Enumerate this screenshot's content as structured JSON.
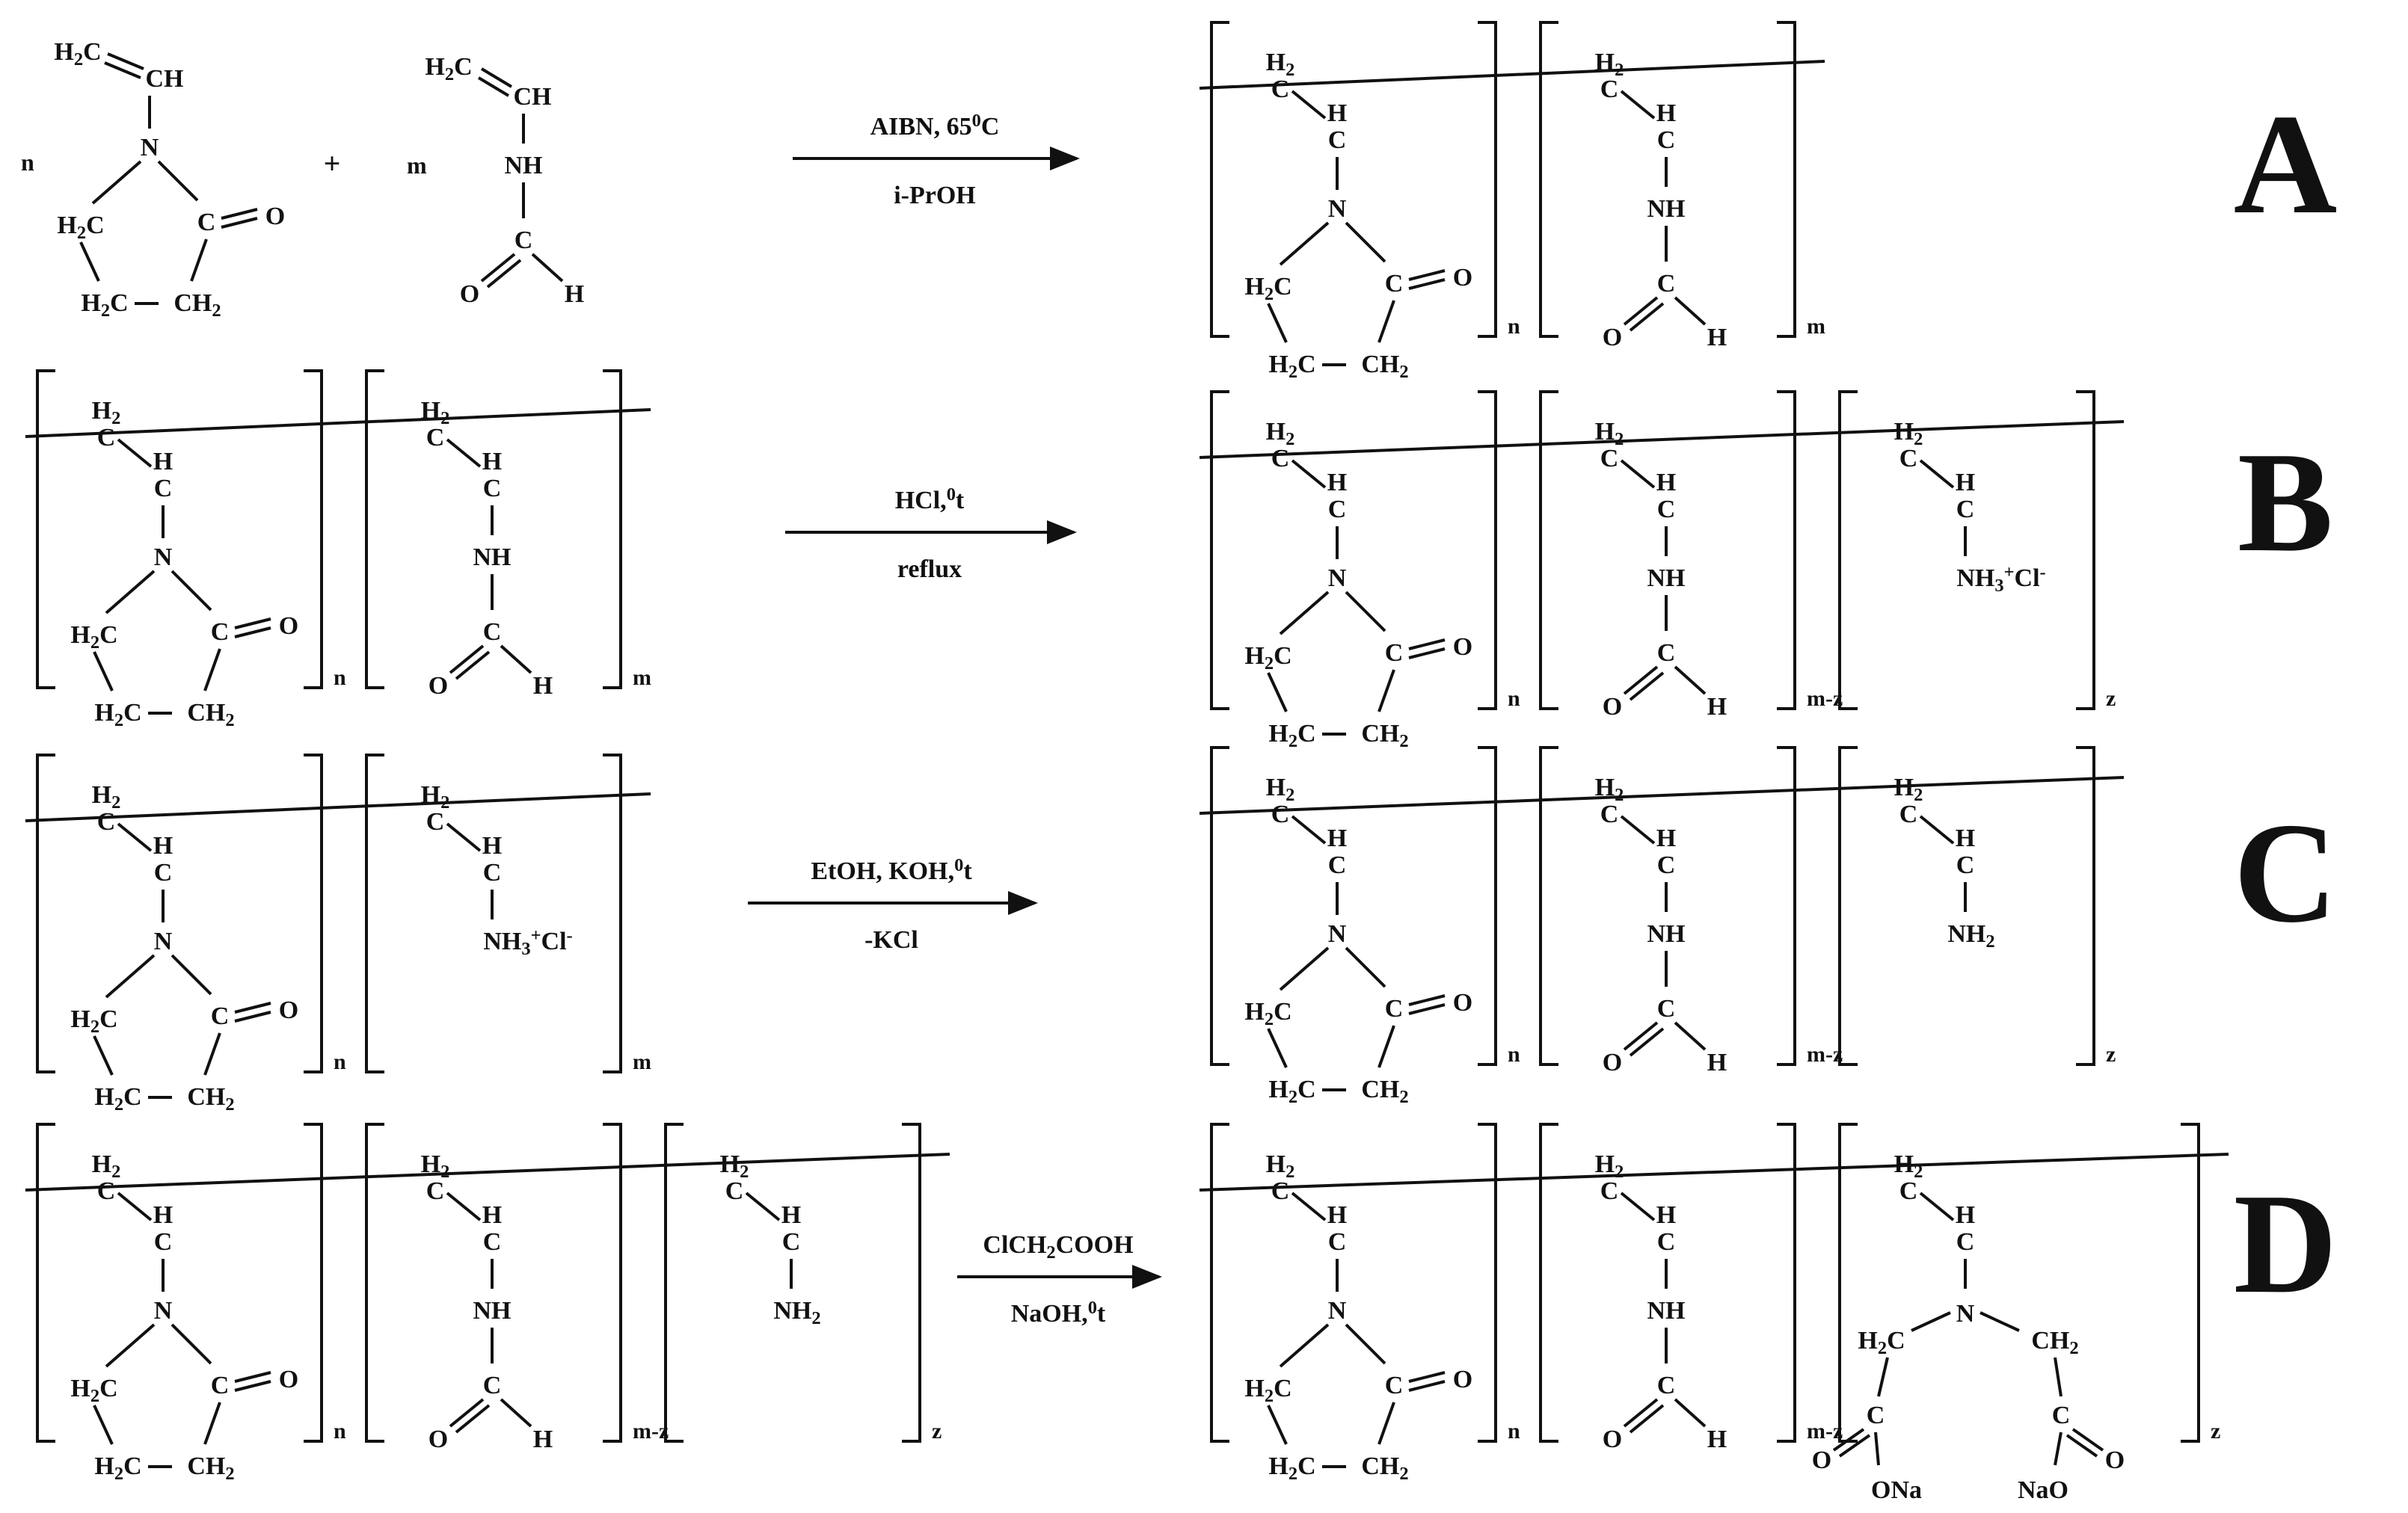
{
  "scheme": {
    "row_labels": [
      "A",
      "B",
      "C",
      "D"
    ],
    "reactions": [
      {
        "id": "A",
        "above": "AIBN, 65",
        "above_sup": "0",
        "above_tail": "C",
        "below": "i-PrOH"
      },
      {
        "id": "B",
        "above": "HCl,",
        "above_sup": "0",
        "above_tail": "t",
        "below": "reflux"
      },
      {
        "id": "C",
        "above": "EtOH, KOH,",
        "above_sup": "0",
        "above_tail": "t",
        "below": "-KCl"
      },
      {
        "id": "D",
        "above": "ClCH",
        "above_sub": "2",
        "above_tail": "COOH",
        "below": "NaOH,",
        "below_sup": "0",
        "below_tail": "t"
      }
    ],
    "reactant_coefficients": [
      "n",
      "m"
    ],
    "plus_sign": "+",
    "subscripts": [
      "n",
      "m",
      "m-z",
      "z"
    ],
    "atoms": {
      "H2C": "H",
      "H2C_sub": "2",
      "H2C_tail": "C",
      "CH": "CH",
      "CH2": "CH",
      "CH2_sub": "2",
      "H2": "H",
      "H2_sub": "2",
      "N": "N",
      "NH": "NH",
      "C": "C",
      "H": "H",
      "O": "O",
      "NH2": "NH",
      "NH2_sub": "2",
      "NH3Cl": "NH",
      "NH3Cl_sub": "3",
      "NH3Cl_plus": "+",
      "NH3Cl_cl": "Cl",
      "NH3Cl_minus": "-",
      "ONa": "ONa",
      "NaO": "NaO"
    }
  }
}
